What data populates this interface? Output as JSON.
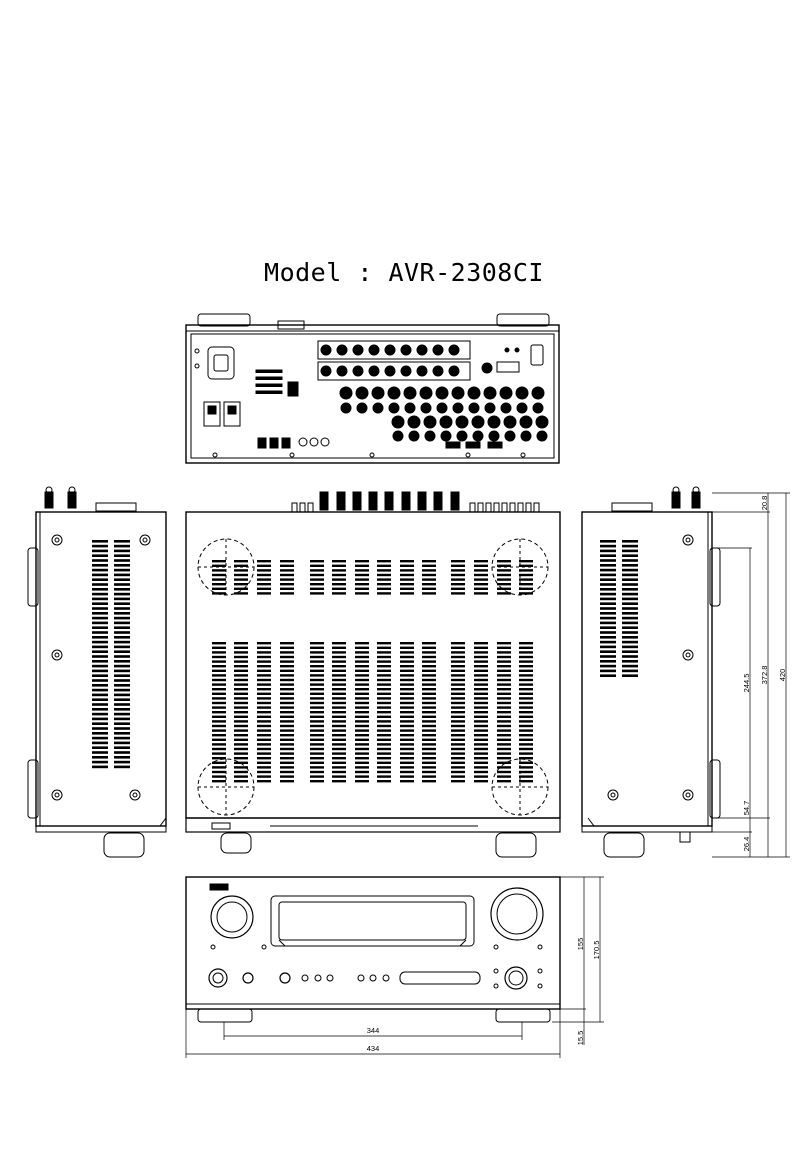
{
  "title": "Model : AVR-2308CI",
  "dimensions": {
    "side_right": [
      "20.8",
      "244.5",
      "372.8",
      "420",
      "54.7",
      "26.4"
    ],
    "front_height": [
      "155",
      "170.5",
      "15.5"
    ],
    "front_width": [
      "344",
      "434"
    ]
  }
}
